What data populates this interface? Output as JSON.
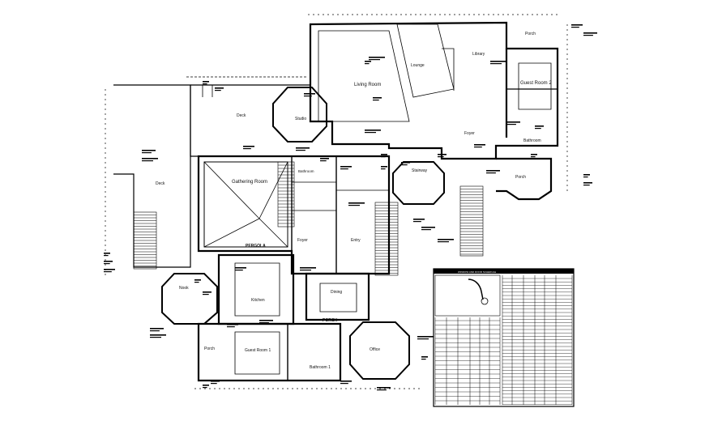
{
  "rooms": {
    "living_room": "Living Room",
    "lounge": "Lounge",
    "library": "Library",
    "porch_top": "Porch",
    "guest_room_2": "Guest Room 2",
    "bathroom_right": "Bathroom",
    "foyer": "Foyer",
    "porch_right": "Porch",
    "studio": "Studio",
    "deck_top": "Deck",
    "deck_left": "Deck",
    "gathering_room": "Gathering Room",
    "bathroom_center": "Bathroom",
    "stairway": "Stairway",
    "foyer_center": "Foyer",
    "entry": "Entry",
    "nook": "Nook",
    "kitchen": "Kitchen",
    "dining": "Dining",
    "guest_room_1": "Guest Room 1",
    "porch_left": "Porch",
    "bathroom_1": "Bathroom 1",
    "office": "Office"
  },
  "labels": {
    "pergola": "PERGOLA",
    "porch_center": "PORCH"
  },
  "schedule": {
    "title": "WINDOW AND DOOR SCHEDULE"
  },
  "colors": {
    "line": "#000000",
    "background": "#ffffff"
  }
}
